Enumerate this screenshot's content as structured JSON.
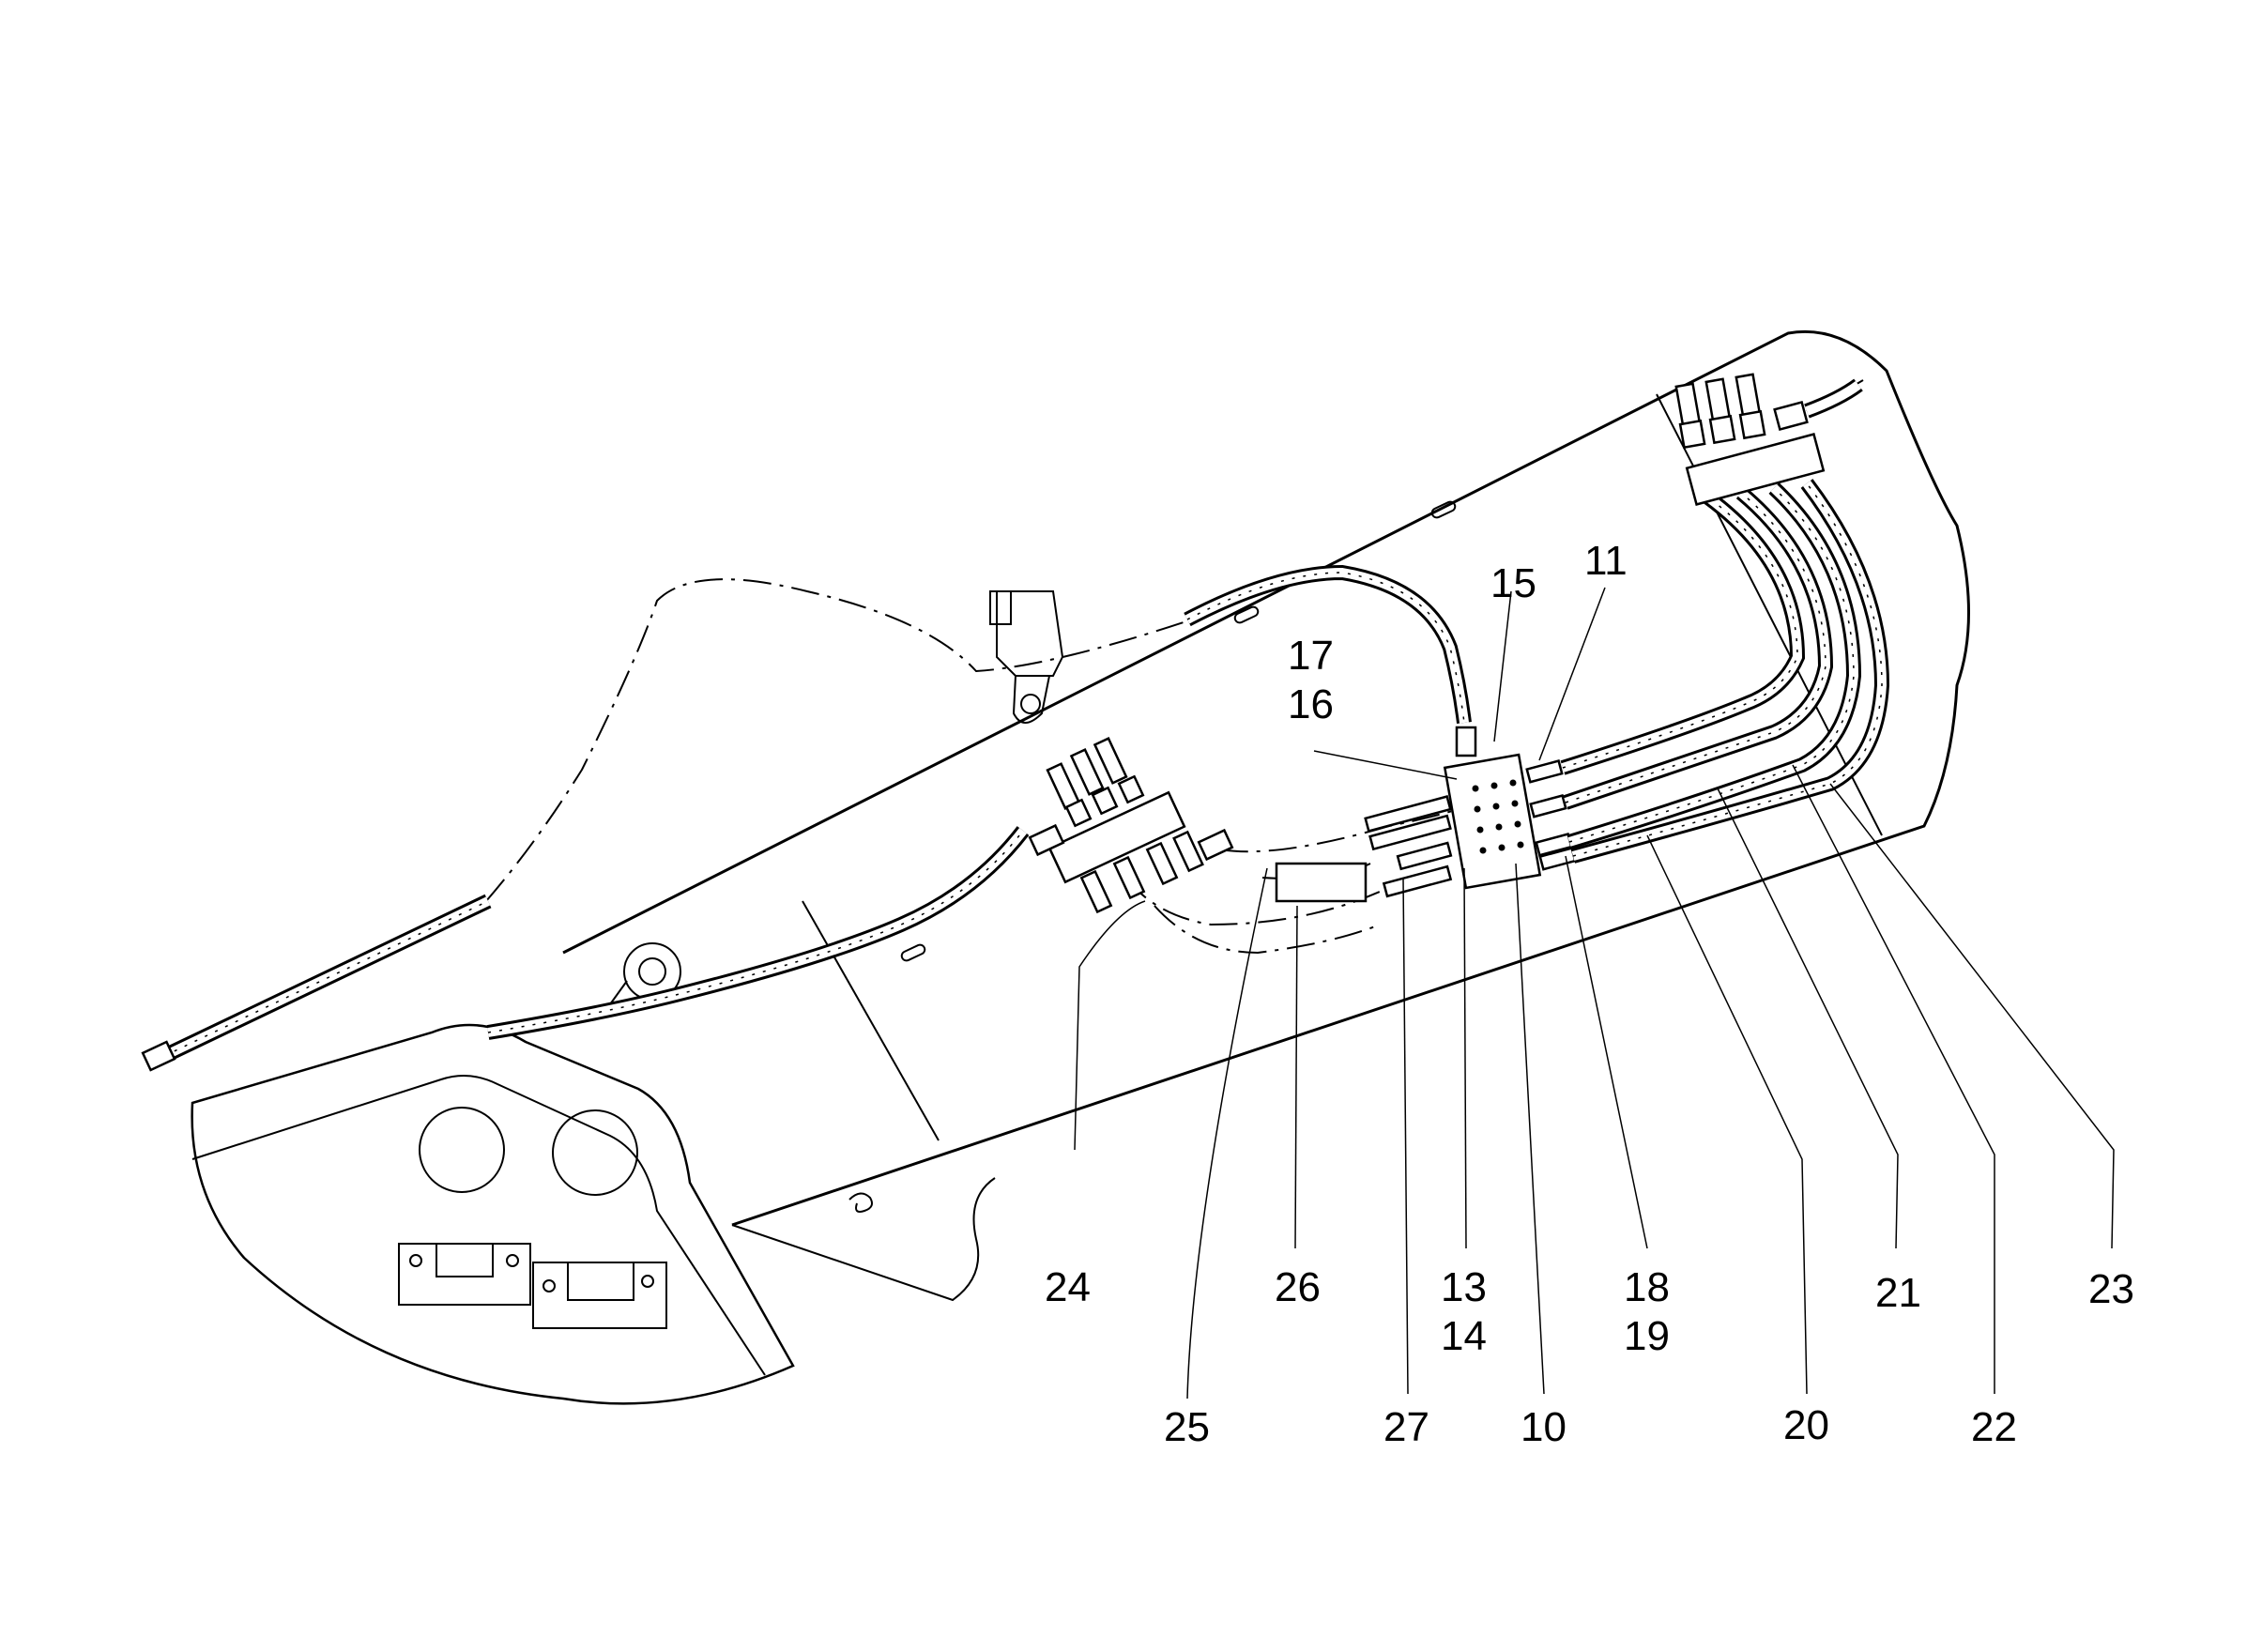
{
  "drawing": {
    "callouts": [
      {
        "id": "c15",
        "text": "15"
      },
      {
        "id": "c11",
        "text": "11"
      },
      {
        "id": "c17",
        "text": "17"
      },
      {
        "id": "c16",
        "text": "16"
      },
      {
        "id": "c24",
        "text": "24"
      },
      {
        "id": "c26",
        "text": "26"
      },
      {
        "id": "c13",
        "text": "13"
      },
      {
        "id": "c14",
        "text": "14"
      },
      {
        "id": "c18",
        "text": "18"
      },
      {
        "id": "c19",
        "text": "19"
      },
      {
        "id": "c21",
        "text": "21"
      },
      {
        "id": "c23",
        "text": "23"
      },
      {
        "id": "c25",
        "text": "25"
      },
      {
        "id": "c27",
        "text": "27"
      },
      {
        "id": "c10",
        "text": "10"
      },
      {
        "id": "c20",
        "text": "20"
      },
      {
        "id": "c22",
        "text": "22"
      }
    ]
  }
}
